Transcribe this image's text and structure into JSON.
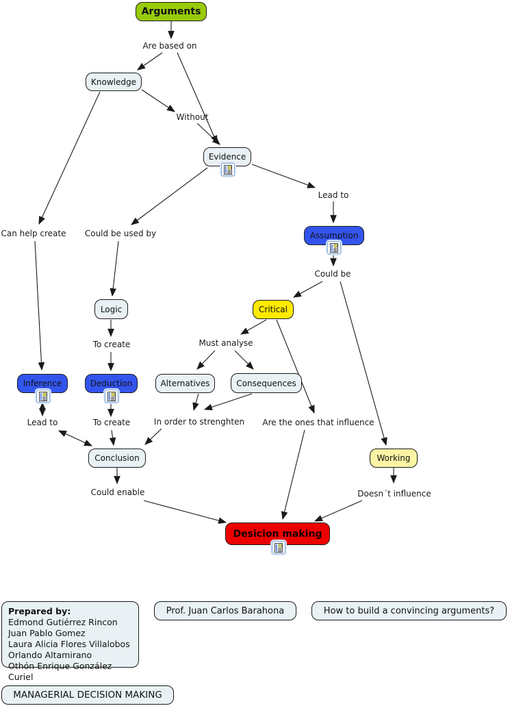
{
  "nodes": {
    "arguments": "Arguments",
    "knowledge": "Knowledge",
    "evidence": "Evidence",
    "assumption": "Assumption",
    "critical": "Critical",
    "logic": "Logic",
    "alternatives": "Alternatives",
    "consequences": "Consequences",
    "inference": "Inference",
    "deduction": "Deduction",
    "conclusion": "Conclusion",
    "working": "Working",
    "decision_making": "Desicion making"
  },
  "phrases": {
    "are_based_on": "Are based on",
    "without": "Without",
    "lead_to_evidence": "Lead to",
    "could_be": "Could be",
    "can_help_create": "Can help create",
    "could_be_used_by": "Could be used by",
    "to_create_logic": "To create",
    "must_analyse": "Must analyse",
    "lead_to_inference": "Lead to",
    "to_create_deduction": "To create",
    "in_order_to_strenghten": "In order to strenghten",
    "are_the_ones_that_influence": "Are the ones that influence",
    "could_enable": "Could enable",
    "doesnt_influence": "Doesn´t influence"
  },
  "footer": {
    "prepared_by": {
      "title": "Prepared by:",
      "names": [
        "Edmond Gutiérrez Rincon",
        "Juan Pablo Gomez",
        "Laura Alicia Flores Villalobos",
        "Orlando Altamirano",
        "Othón Enrique González Curiel"
      ]
    },
    "professor": "Prof. Juan Carlos Barahona",
    "question": "How to build a convincing arguments?",
    "course": "MANAGERIAL DECISION MAKING"
  },
  "colors": {
    "node_default": "#E9F1F4",
    "arguments_green": "#99CB0A",
    "concept_blue": "#3355EE",
    "critical_yellow": "#FFEA00",
    "working_pale_yellow": "#FAF4A4",
    "decision_red": "#EE0000",
    "border": "#1A1A1A"
  },
  "icons": {
    "resource": "resource-document-icon"
  }
}
